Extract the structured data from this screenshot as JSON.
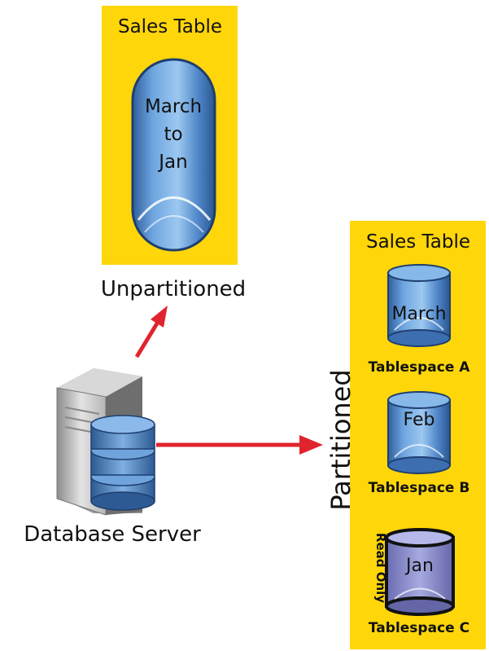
{
  "unpartitioned_table": {
    "title": "Sales Table",
    "content_line1": "March",
    "content_line2": "to",
    "content_line3": "Jan",
    "caption": "Unpartitioned"
  },
  "partitioned_table": {
    "title": "Sales Table",
    "side_label": "Partitioned",
    "partitions": [
      {
        "month": "March",
        "tablespace": "Tablespace A"
      },
      {
        "month": "Feb",
        "tablespace": "Tablespace B"
      },
      {
        "month": "Jan",
        "tablespace": "Tablespace C",
        "badge": "Read Only"
      }
    ]
  },
  "server": {
    "label": "Database Server"
  },
  "colors": {
    "panel": "#FFD60A",
    "cylinder": "#4F86C9",
    "read_only_cylinder": "#8E90CF",
    "arrow": "#E0242E"
  }
}
